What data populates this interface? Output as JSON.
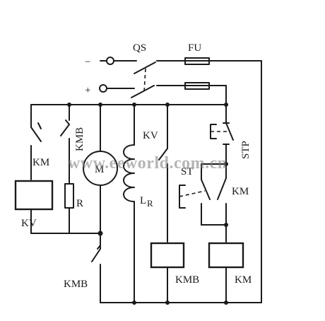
{
  "labels": {
    "qs": "QS",
    "fu": "FU",
    "minus": "−",
    "plus": "+",
    "km_contact_left": "KM",
    "kmb_contact_top": "KMB",
    "motor": "M",
    "kv_contact": "KV",
    "stp": "STP",
    "st": "ST",
    "km_contact_right": "KM",
    "resistor": "R",
    "field_winding": "L",
    "field_winding_sub": "R",
    "kv_coil": "KV",
    "kmb_contact_bottom": "KMB",
    "kmb_coil": "KMB",
    "km_coil": "KM"
  },
  "watermark": "www.eeworld.com.cn",
  "colors": {
    "line": "#1a1a1a",
    "background": "#ffffff"
  }
}
